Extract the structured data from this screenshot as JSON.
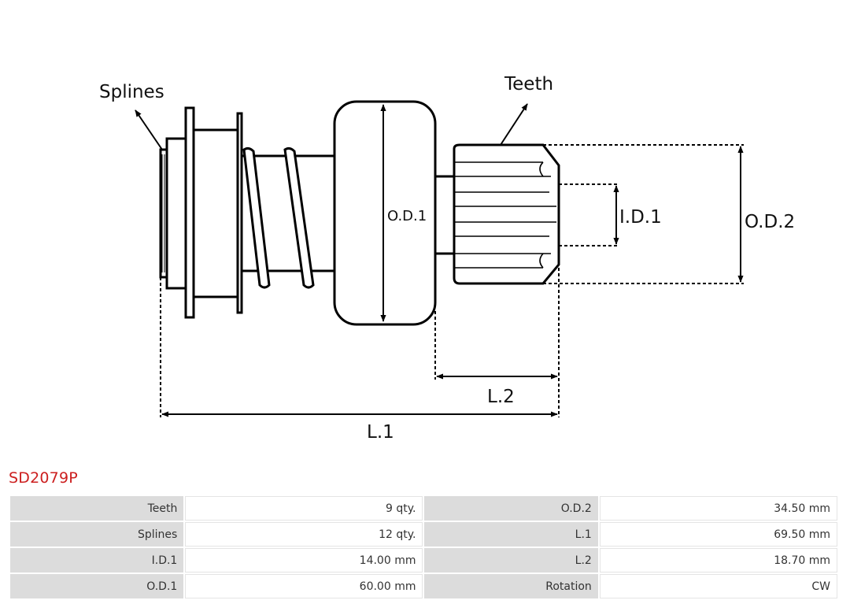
{
  "diagram": {
    "labels": {
      "splines": "Splines",
      "teeth": "Teeth",
      "od1": "O.D.1",
      "od2": "O.D.2",
      "id1": "I.D.1",
      "l1": "L.1",
      "l2": "L.2"
    }
  },
  "product": {
    "code": "SD2079P"
  },
  "specs": [
    {
      "label1": "Teeth",
      "value1": "9 qty.",
      "label2": "O.D.2",
      "value2": "34.50 mm"
    },
    {
      "label1": "Splines",
      "value1": "12 qty.",
      "label2": "L.1",
      "value2": "69.50 mm"
    },
    {
      "label1": "I.D.1",
      "value1": "14.00 mm",
      "label2": "L.2",
      "value2": "18.70 mm"
    },
    {
      "label1": "O.D.1",
      "value1": "60.00 mm",
      "label2": "Rotation",
      "value2": "CW"
    }
  ]
}
